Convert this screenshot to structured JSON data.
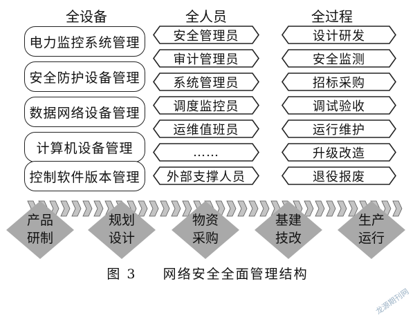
{
  "columns": {
    "devices": {
      "title": "全设备",
      "items": [
        "电力监控系统管理",
        "安全防护设备管理",
        "数据网络设备管理",
        "计算机设备管理",
        "控制软件版本管理"
      ]
    },
    "personnel": {
      "title": "全人员",
      "items": [
        "安全管理员",
        "审计管理员",
        "系统管理员",
        "调度监控员",
        "运维值班员",
        "……",
        "外部支撑人员"
      ]
    },
    "process": {
      "title": "全过程",
      "items": [
        "设计研发",
        "安全监测",
        "招标采购",
        "调试验收",
        "运行维护",
        "升级改造",
        "退役报废"
      ]
    }
  },
  "stages": [
    {
      "line1": "产品",
      "line2": "研制"
    },
    {
      "line1": "规划",
      "line2": "设计"
    },
    {
      "line1": "物资",
      "line2": "采购"
    },
    {
      "line1": "基建",
      "line2": "技改"
    },
    {
      "line1": "生产",
      "line2": "运行"
    }
  ],
  "caption": {
    "figure": "图 3",
    "title": "网络安全全面管理结构"
  },
  "watermark": "龙源期刊网",
  "colors": {
    "stage_fill": "#a9a9a9",
    "chevron_fill": "#c4c4c4",
    "border": "#222222"
  }
}
